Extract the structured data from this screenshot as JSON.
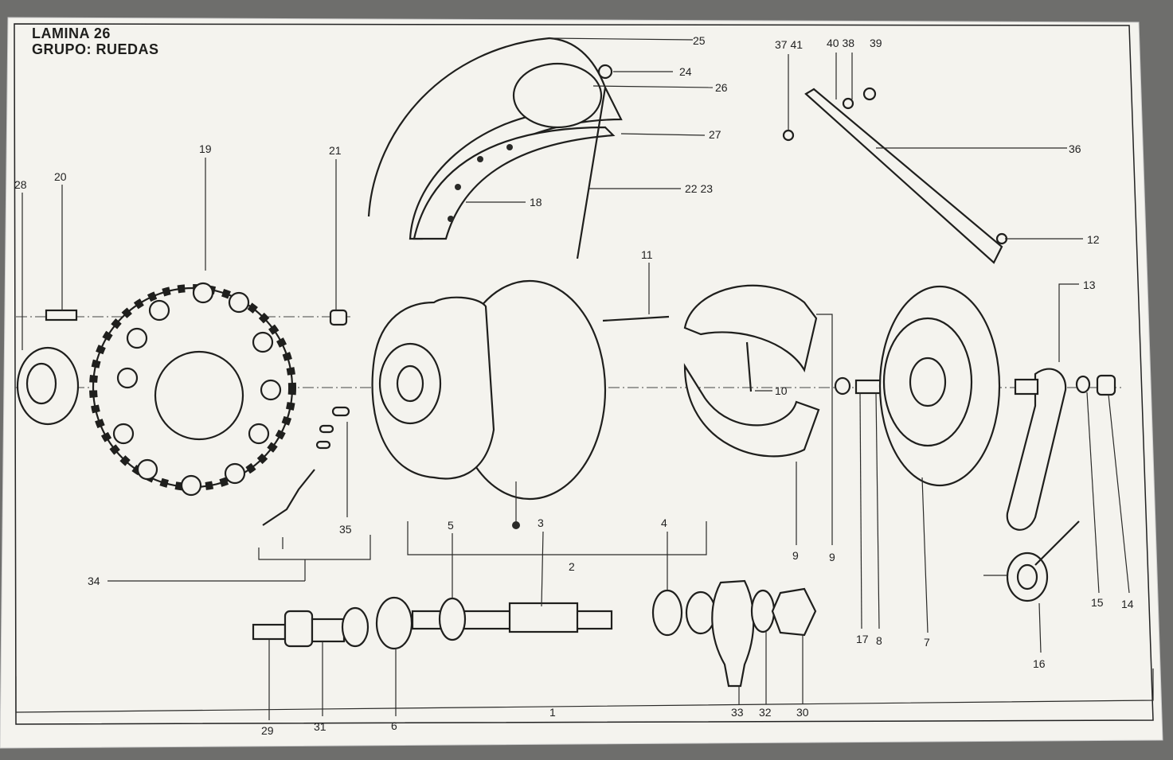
{
  "header": {
    "plate": "LAMINA 26",
    "group": "GRUPO: RUEDAS"
  },
  "callouts": [
    "1",
    "2",
    "3",
    "4",
    "5",
    "6",
    "7",
    "8",
    "9",
    "9",
    "10",
    "11",
    "12",
    "13",
    "14",
    "15",
    "16",
    "17",
    "18",
    "19",
    "20",
    "21",
    "22 23",
    "24",
    "25",
    "26",
    "27",
    "28",
    "29",
    "30",
    "31",
    "32",
    "33",
    "34",
    "35",
    "36",
    "37 41",
    "40 38",
    "39"
  ],
  "colors": {
    "paper": "#f4f3ee",
    "ink": "#1f1f1d",
    "background": "#6e6e6c"
  }
}
